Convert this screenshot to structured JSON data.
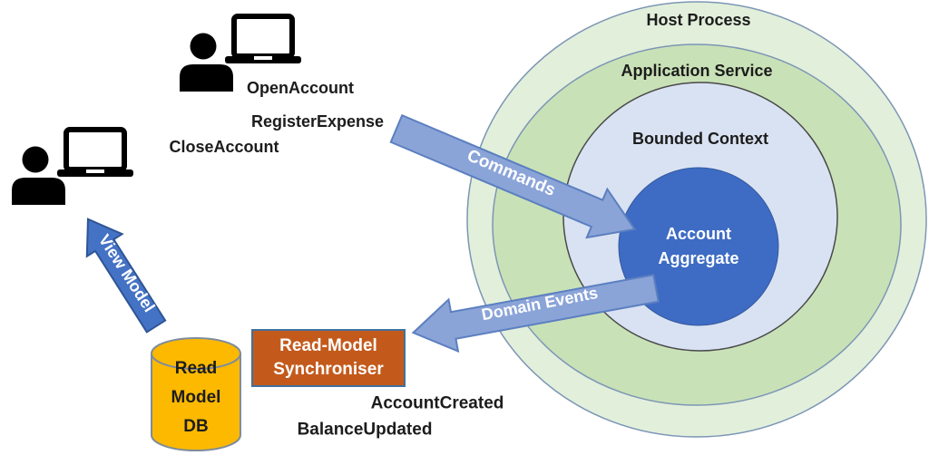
{
  "rings": {
    "host_process": "Host Process",
    "application_service": "Application Service",
    "bounded_context": "Bounded Context"
  },
  "aggregate": {
    "line1": "Account",
    "line2": "Aggregate"
  },
  "arrows": {
    "commands": "Commands",
    "domain_events": "Domain Events",
    "view_model": "View Model"
  },
  "commands": {
    "open": "OpenAccount",
    "register": "RegisterExpense",
    "close": "CloseAccount"
  },
  "events": {
    "created": "AccountCreated",
    "updated": "BalanceUpdated"
  },
  "synchroniser": {
    "line1": "Read-Model",
    "line2": "Synchroniser"
  },
  "database": {
    "line1": "Read",
    "line2": "Model",
    "line3": "DB"
  },
  "colors": {
    "host_process_fill": "#E2EFDB",
    "application_service_fill": "#C9E1B7",
    "bounded_context_fill": "#D9E2F2",
    "aggregate_fill": "#3E6CC4",
    "light_arrow_fill": "#8AA4D8",
    "view_model_arrow_fill": "#4472C4",
    "synchroniser_fill": "#C35A1C",
    "synchroniser_border": "#41719C",
    "database_fill": "#FCB900",
    "ring_border": "#7C96B5"
  }
}
